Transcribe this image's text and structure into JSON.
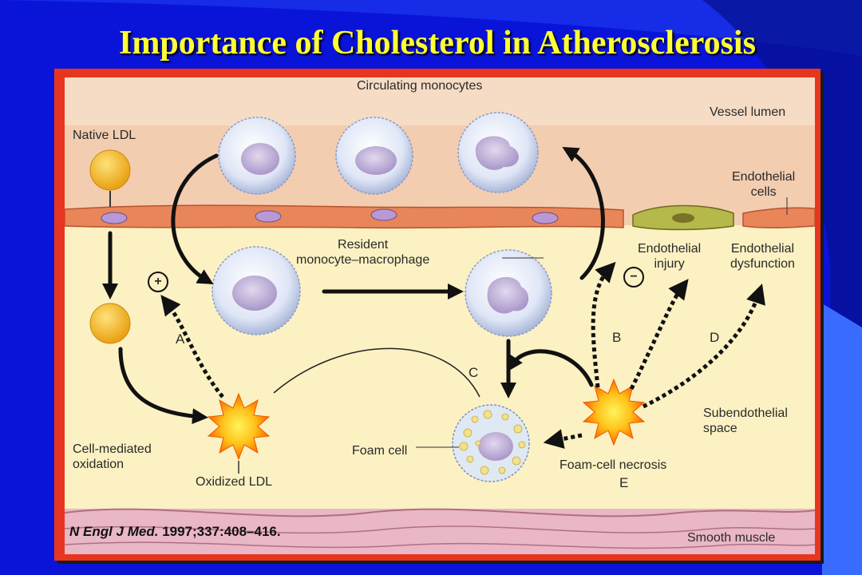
{
  "title": "Importance of Cholesterol in Atherosclerosis",
  "labels": {
    "circulating_monocytes": "Circulating monocytes",
    "vessel_lumen": "Vessel lumen",
    "native_ldl": "Native LDL",
    "endothelial_cells": "Endothelial\ncells",
    "resident_macrophage": "Resident\nmonocyte–macrophage",
    "endothelial_injury": "Endothelial\ninjury",
    "endothelial_dysfunction": "Endothelial\ndysfunction",
    "plus": "+",
    "minus": "−",
    "a": "A",
    "b": "B",
    "c": "C",
    "d": "D",
    "e": "E",
    "subendothelial_space": "Subendothelial\nspace",
    "cell_mediated_oxidation": "Cell-mediated\noxidation",
    "foam_cell": "Foam cell",
    "foam_cell_necrosis": "Foam-cell necrosis",
    "oxidized_ldl": "Oxidized LDL",
    "smooth_muscle": "Smooth muscle"
  },
  "citation": {
    "journal": "N Engl J Med.",
    "details": " 1997;337:408–416."
  },
  "colors": {
    "slide_background": "#0a14d8",
    "title": "#ffff33",
    "frame": "#e8361e",
    "diagram_background": "#fbf2c4",
    "ldl": "#f4b21c",
    "oxidized_ldl": "#ff8a00",
    "cell": "#e6ecf7",
    "nucleus": "#bfb2d6",
    "endothelium": "#e8865a",
    "smooth_muscle": "#e9b7c6"
  }
}
